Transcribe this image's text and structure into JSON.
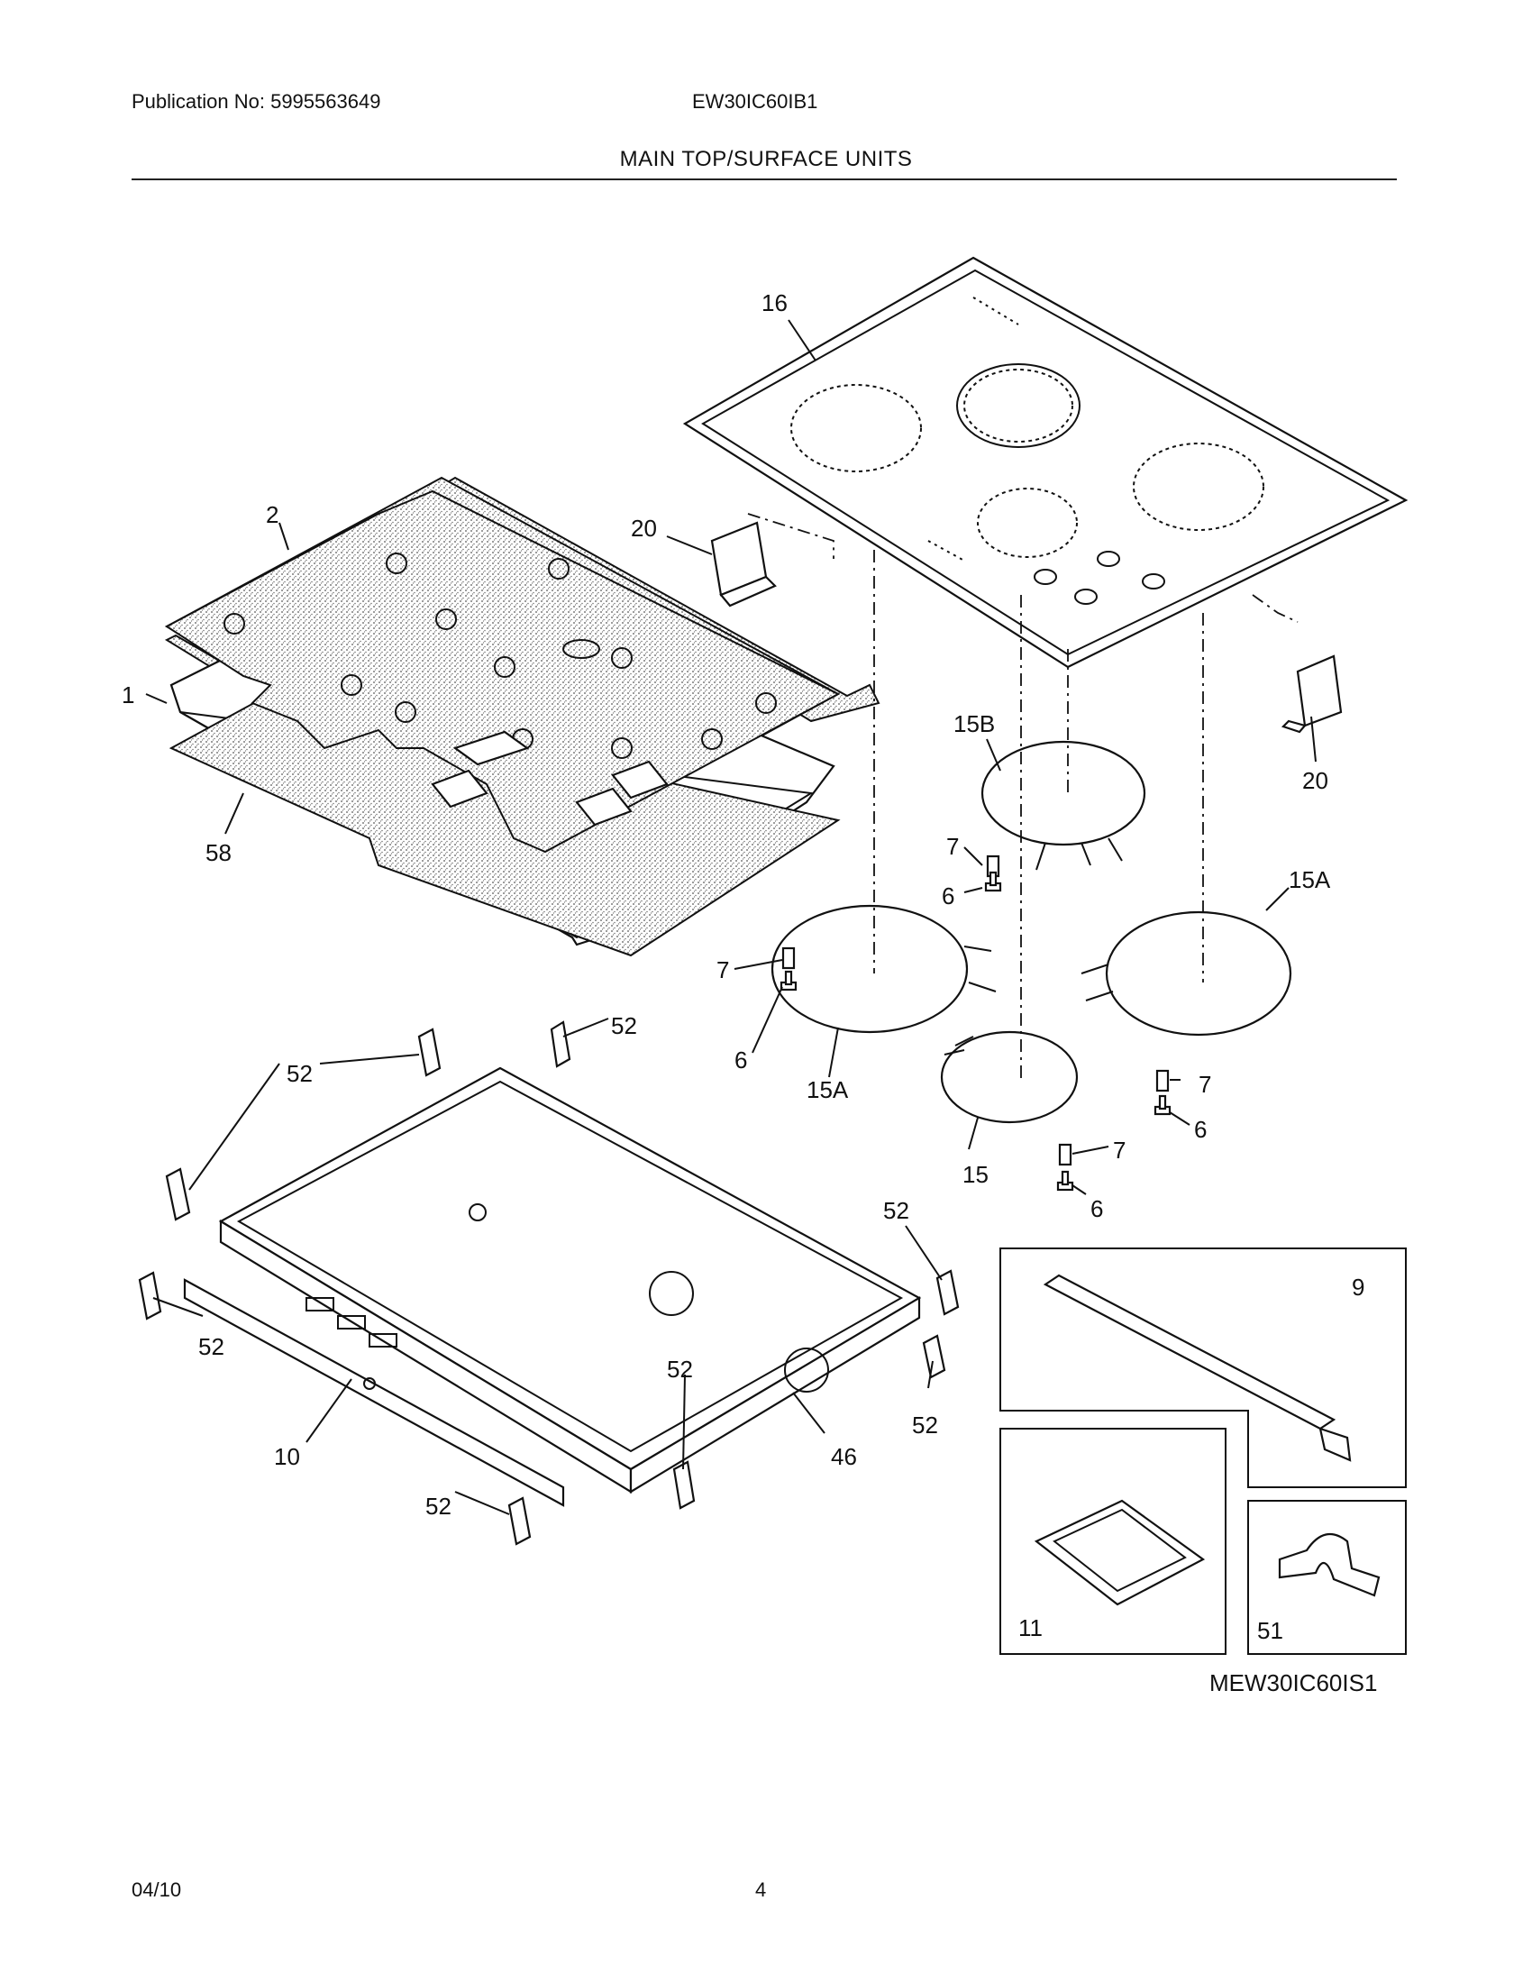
{
  "header": {
    "publication": "Publication No: 5995563649",
    "model": "EW30IC60IB1",
    "section_title": "MAIN TOP/SURFACE UNITS"
  },
  "diagram_code": "MEW30IC60IS1",
  "footer": {
    "date": "04/10",
    "page_number": "4"
  },
  "callouts": {
    "c16": "16",
    "c2": "2",
    "c1": "1",
    "c58": "58",
    "c20a": "20",
    "c20b": "20",
    "c15b": "15B",
    "c15a_right": "15A",
    "c15a_left": "15A",
    "c15": "15",
    "c7a": "7",
    "c6a": "6",
    "c7b": "7",
    "c6b": "6",
    "c7c": "7",
    "c6c": "6",
    "c7d": "7",
    "c6d": "6",
    "c52a": "52",
    "c52b": "52",
    "c52c": "52",
    "c52d": "52",
    "c52e": "52",
    "c52f": "52",
    "c52g": "52",
    "c10": "10",
    "c46": "46",
    "c9": "9",
    "c11": "11",
    "c51": "51"
  }
}
